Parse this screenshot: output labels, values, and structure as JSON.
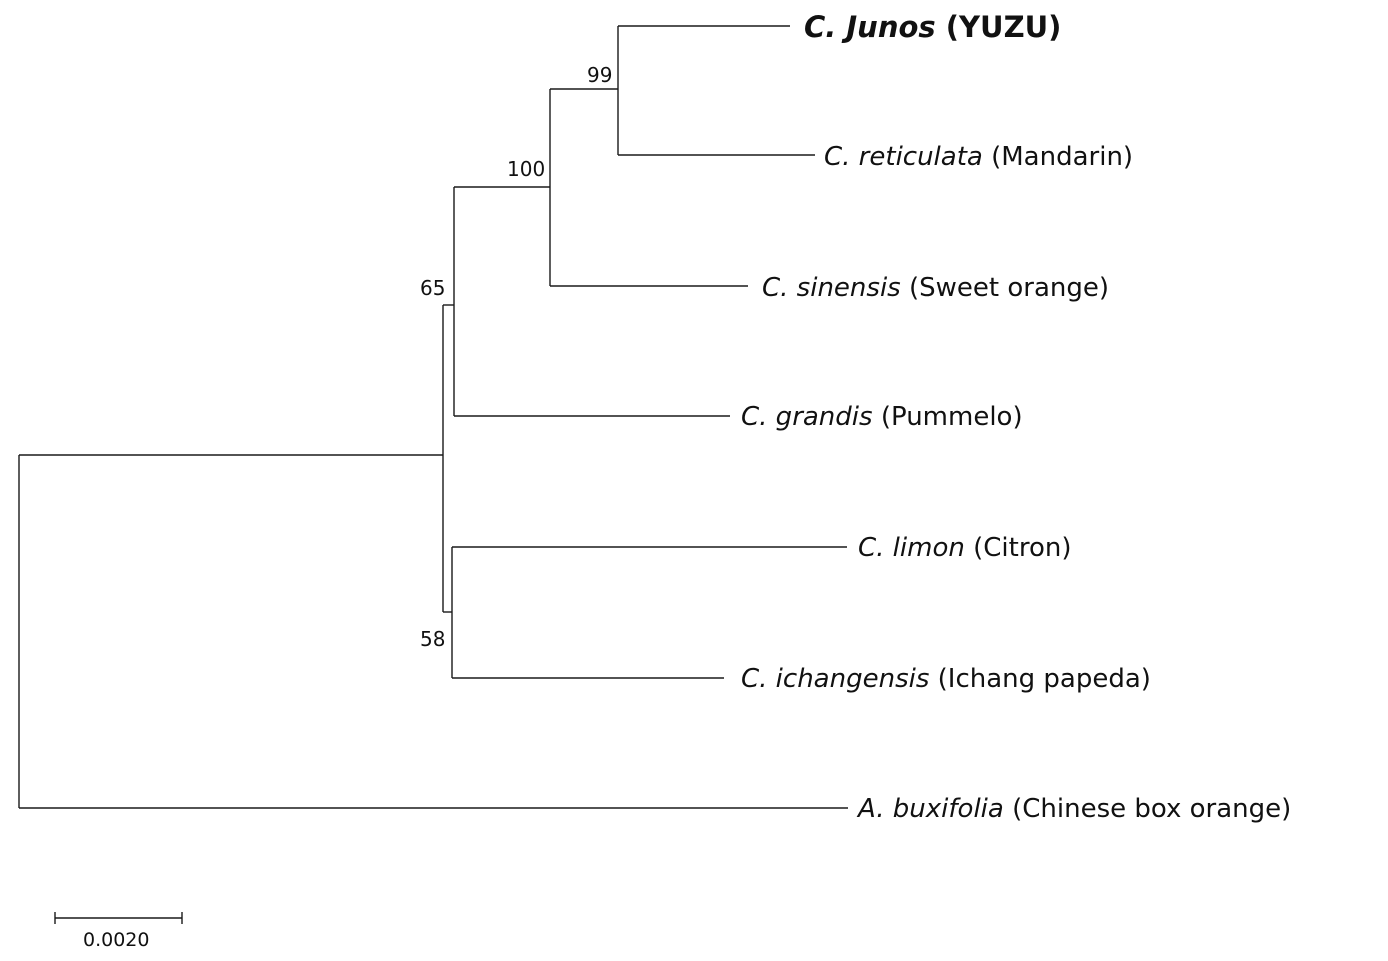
{
  "tree": {
    "taxa": [
      {
        "id": "junos",
        "species": "C. Junos",
        "common": "(YUZU)",
        "highlight": true
      },
      {
        "id": "reticulata",
        "species": "C. reticulata",
        "common": "(Mandarin)",
        "highlight": false
      },
      {
        "id": "sinensis",
        "species": "C. sinensis",
        "common": "(Sweet orange)",
        "highlight": false
      },
      {
        "id": "grandis",
        "species": "C. grandis",
        "common": "(Pummelo)",
        "highlight": false
      },
      {
        "id": "limon",
        "species": "C. limon",
        "common": "(Citron)",
        "highlight": false
      },
      {
        "id": "ichangensis",
        "species": "C. ichangensis",
        "common": "(Ichang papeda)",
        "highlight": false
      },
      {
        "id": "buxifolia",
        "species": "A. buxifolia",
        "common": "(Chinese box orange)",
        "highlight": false
      }
    ],
    "bootstrap": {
      "node_junos_reticulata": "99",
      "node_with_sinensis": "100",
      "node_with_grandis": "65",
      "node_limon_ichangensis": "58"
    },
    "scale_bar": {
      "value": 0.002,
      "label": "0.0020"
    }
  }
}
